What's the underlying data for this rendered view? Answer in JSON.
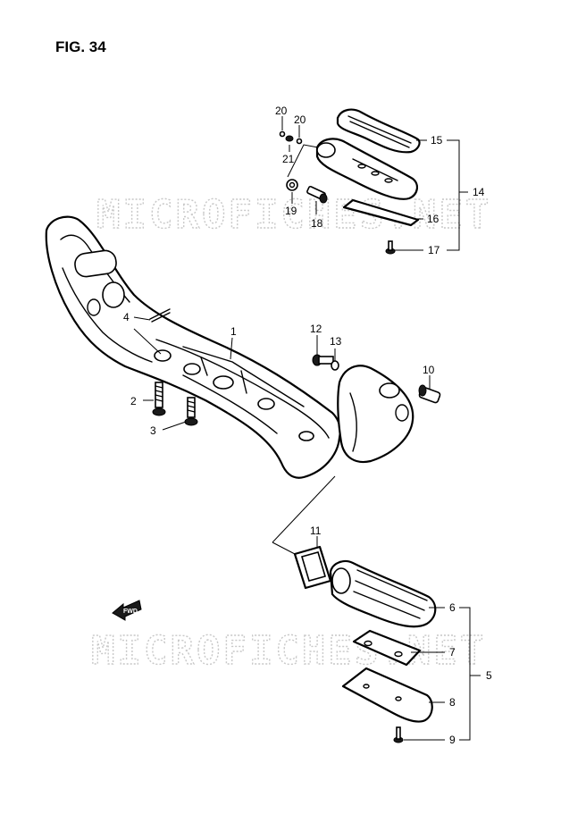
{
  "figure": {
    "title": "FIG. 34"
  },
  "watermark": {
    "text": "MICROFICHES.NET"
  },
  "direction_arrow": {
    "label": "FWD"
  },
  "callouts": {
    "c1": "1",
    "c2": "2",
    "c3": "3",
    "c4": "4",
    "c5": "5",
    "c6": "6",
    "c7": "7",
    "c8": "8",
    "c9": "9",
    "c10": "10",
    "c11": "11",
    "c12": "12",
    "c13": "13",
    "c14": "14",
    "c15": "15",
    "c16": "16",
    "c17": "17",
    "c18": "18",
    "c19": "19",
    "c20a": "20",
    "c20b": "20",
    "c21": "21"
  },
  "colors": {
    "line": "#000000",
    "watermark": "#c8c8c8",
    "background": "#ffffff"
  }
}
